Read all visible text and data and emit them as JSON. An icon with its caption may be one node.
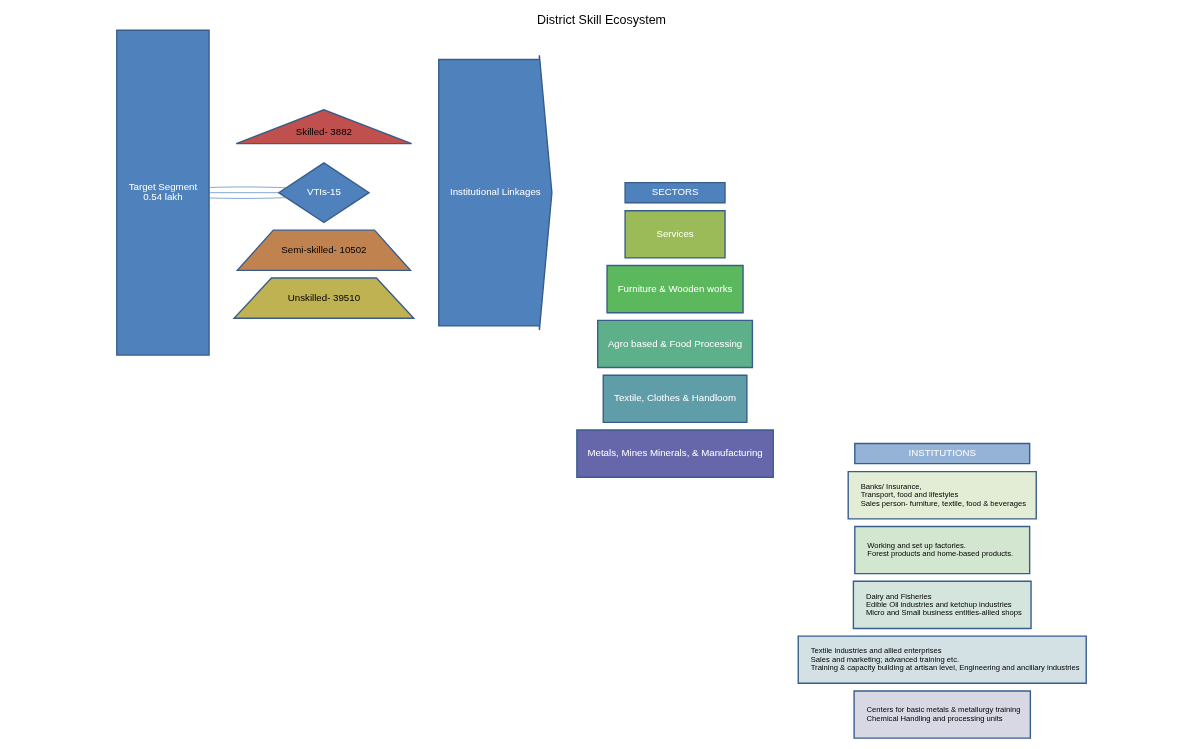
{
  "diagram": {
    "title": "District Skill Ecosystem",
    "nodes": [
      {
        "text": [
          "Target Segment",
          "0.54 lakh"
        ]
      },
      {
        "text": [
          "Skilled- 3882"
        ]
      },
      {
        "text": [
          "Semi-skilled- 10502"
        ]
      },
      {
        "text": [
          "Unskilled- 39510"
        ]
      },
      {
        "text": [
          "VTIs-15"
        ]
      },
      {
        "text": [
          "Institutional Linkages"
        ]
      },
      {
        "text": [
          "SECTORS"
        ]
      },
      {
        "text": [
          "INSTITUTIONS"
        ]
      },
      {
        "text": [
          "Services"
        ]
      },
      {
        "text": [
          "Banks/ Insurance,",
          "Transport, food and lifestyles",
          "Sales person- furniture, textile, food & beverages"
        ]
      },
      {
        "text": [
          "Furniture & Wooden works"
        ]
      },
      {
        "text": [
          "Working and set up factories.",
          "Forest products and home-based products."
        ]
      },
      {
        "text": [
          "Agro based & Food Processing"
        ]
      },
      {
        "text": [
          "Dairy and Fisheries",
          "Edible Oil industries and ketchup industries",
          "Micro and Small business entities-allied shops"
        ]
      },
      {
        "text": [
          "Textile, Clothes & Handloom"
        ]
      },
      {
        "text": [
          "Textile industries and allied enterprises",
          "Sales and marketing; advanced training etc.",
          "Training & capacity building at artisan level, Engineering and ancillary industries"
        ]
      },
      {
        "text": [
          "Metals, Mines Minerals, & Manufacturing"
        ]
      },
      {
        "text": [
          "Centers for basic metals & metallurgy training",
          "Chemical Handling and processing units"
        ]
      }
    ],
    "edges": [
      {
        "from": 0,
        "to": 4,
        "arrow": "none"
      },
      {
        "from": 0,
        "to": 4,
        "arrow": "none"
      },
      {
        "from": 0,
        "to": 4,
        "arrow": "none"
      }
    ]
  }
}
